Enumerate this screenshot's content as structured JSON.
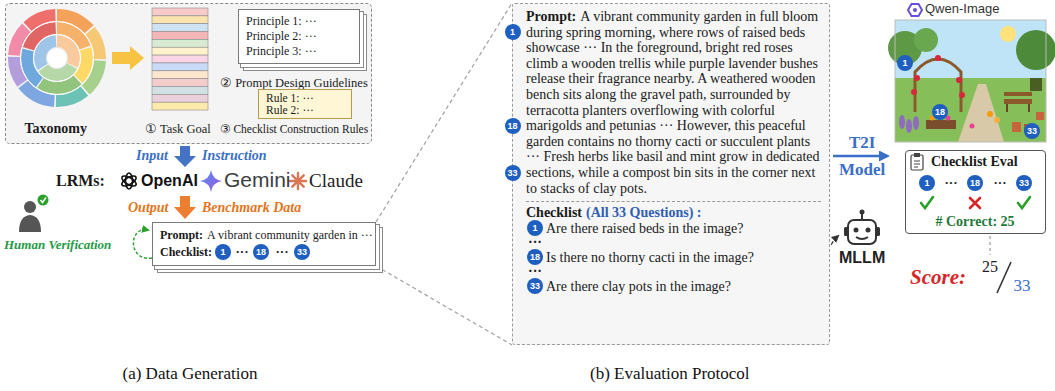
{
  "diagram": {
    "nodes": [
      {
        "text": [
          "Taxonomy",
          "① Task Goal",
          "② Prompt Design Guidelines",
          "③ Checklist Construction Rules"
        ]
      },
      {
        "text": [
          "Principle 1: ···",
          "Principle 2: ···",
          "Principle 3: ···"
        ],
        "in": 0
      },
      {
        "text": [
          "Rule 1: ···",
          "Rule 2: ···"
        ],
        "in": 0
      },
      {
        "text": [
          "Prompt:",
          "A vibrant community garden in ···",
          "Checklist:"
        ]
      },
      {
        "text": [
          "Prompt:",
          "A vibrant community garden in full bloom during spring morning, where rows of raised beds showcase ··· In the foreground, bright red roses climb a wooden trellis while purple lavender bushes release their fragrance nearby. A weathered wooden bench sits along the gravel path, surrounded by terracotta planters overflowing with colorful marigolds and petunias ··· However, this peaceful garden contains no thorny cacti or succulent plants ··· Fresh herbs like basil and mint grow in dedicated sections, while a compost bin sits in the corner next to stacks of clay pots.",
          "Checklist",
          "(All 33 Questions) :",
          "Are there raised beds in the image?",
          "···",
          "Is there no thorny cacti in the image?",
          "···",
          "Are there clay pots in the image?"
        ]
      },
      {
        "text": [
          "Checklist Eval",
          "# Correct: 25"
        ]
      }
    ],
    "edges": [
      {
        "from": 3,
        "to": 4,
        "arrow": "none"
      }
    ],
    "labels": [
      "Input",
      "Instruction",
      "LRMs:",
      "OpenAI",
      "Gemini",
      "Claude",
      "Output",
      "Benchmark Data",
      "Human Verification",
      "1",
      "···",
      "18",
      "···",
      "33",
      "(a) Data Generation",
      "1",
      "18",
      "33",
      "1",
      "18",
      "33",
      "T2I",
      "Model",
      "Qwen-Image",
      "1",
      "18",
      "33",
      "MLLM",
      "1",
      "···",
      "18",
      "···",
      "33",
      "Score:",
      "25",
      "33",
      "(b) Evaluation Protocol"
    ]
  }
}
